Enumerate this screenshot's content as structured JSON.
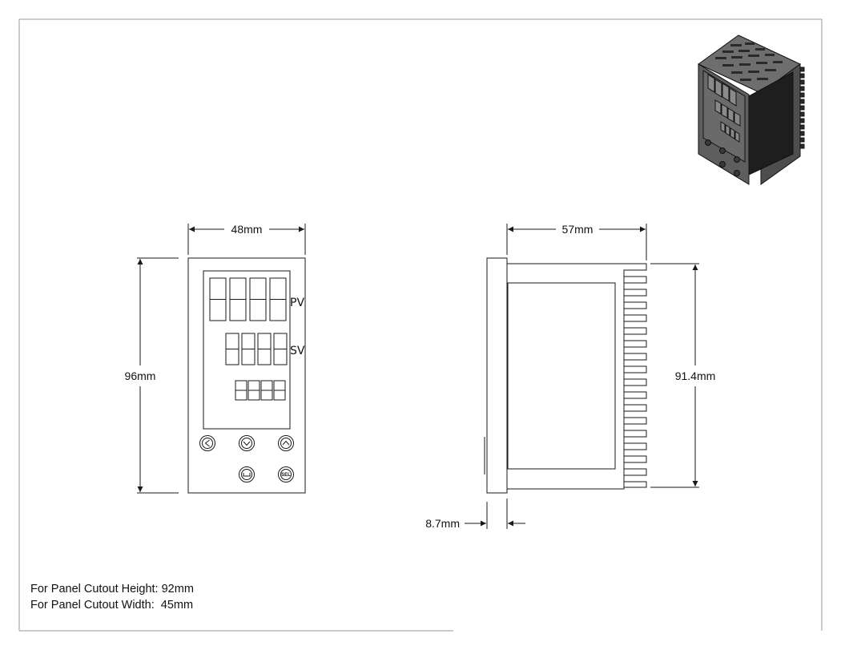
{
  "front_view": {
    "width_label": "48mm",
    "height_label": "96mm",
    "pv_label": "PV",
    "sv_label": "SV",
    "sel_button_label": "SEL"
  },
  "side_view": {
    "depth_label": "57mm",
    "height_label": "91.4mm",
    "bezel_label": "8.7mm"
  },
  "notes": {
    "cutout_height": "For Panel Cutout Height: 92mm",
    "cutout_width": "For Panel Cutout Width:  45mm"
  },
  "icons": {
    "left": "chevron-left-icon",
    "down": "chevron-down-icon",
    "up": "chevron-up-icon",
    "enter": "enter-icon",
    "sel": "sel-icon"
  },
  "colors": {
    "line": "#1a1a1a",
    "frame": "#9a9a9a"
  }
}
